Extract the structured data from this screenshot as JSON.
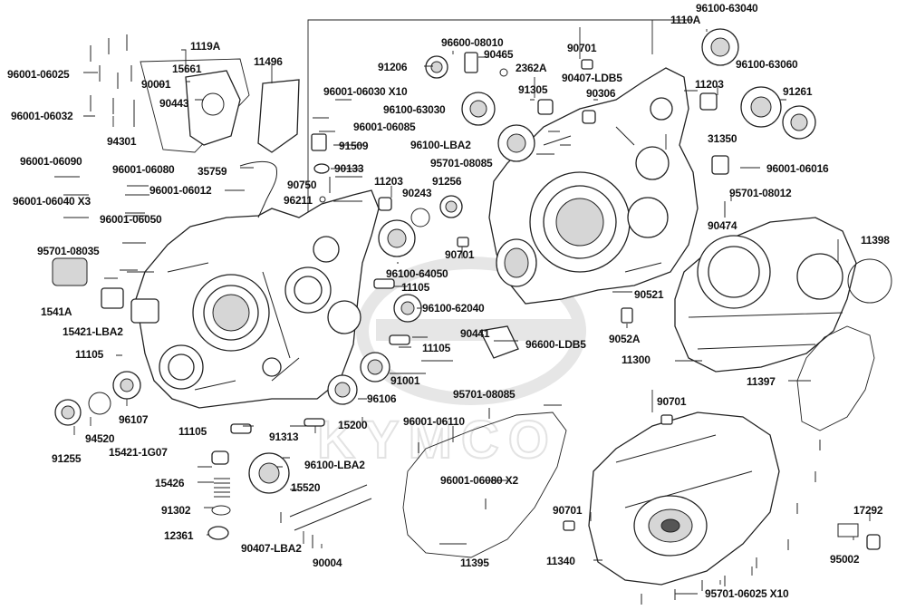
{
  "watermark": {
    "text": "KYMCO",
    "color": "#e6e6e6"
  },
  "labels": [
    "1110A",
    "96100-63040",
    "96600-08010",
    "90701",
    "96001-06025",
    "1119A",
    "11496",
    "15661",
    "90465",
    "2362A",
    "90407-LDB5",
    "96100-63060",
    "90001",
    "91206",
    "91305",
    "90306",
    "11203",
    "91261",
    "90443",
    "96001-06030 X10",
    "96100-63030",
    "96001-06032",
    "94301",
    "96001-06085",
    "96100-LBA2",
    "31350",
    "91509",
    "95701-08085",
    "96001-06090",
    "96001-06080",
    "35759",
    "90133",
    "96001-06016",
    "11203",
    "91256",
    "90750",
    "90243",
    "96001-06012",
    "95701-08012",
    "96211",
    "96001-06040 X3",
    "96001-06050",
    "90474",
    "11398",
    "95701-08035",
    "96100-64050",
    "90701",
    "11105",
    "90521",
    "1541A",
    "96100-62040",
    "15421-LBA2",
    "9052A",
    "90441",
    "96600-LDB5",
    "11105",
    "11105",
    "11300",
    "91001",
    "11397",
    "95701-08085",
    "96106",
    "96107",
    "94520",
    "11105",
    "15200",
    "90701",
    "91313",
    "96001-06110",
    "91255",
    "15421-1G07",
    "96100-LBA2",
    "15426",
    "96001-06080 X2",
    "15520",
    "91302",
    "90701",
    "17292",
    "12361",
    "90407-LBA2",
    "90004",
    "11395",
    "11340",
    "95002",
    "95701-06025 X10"
  ]
}
